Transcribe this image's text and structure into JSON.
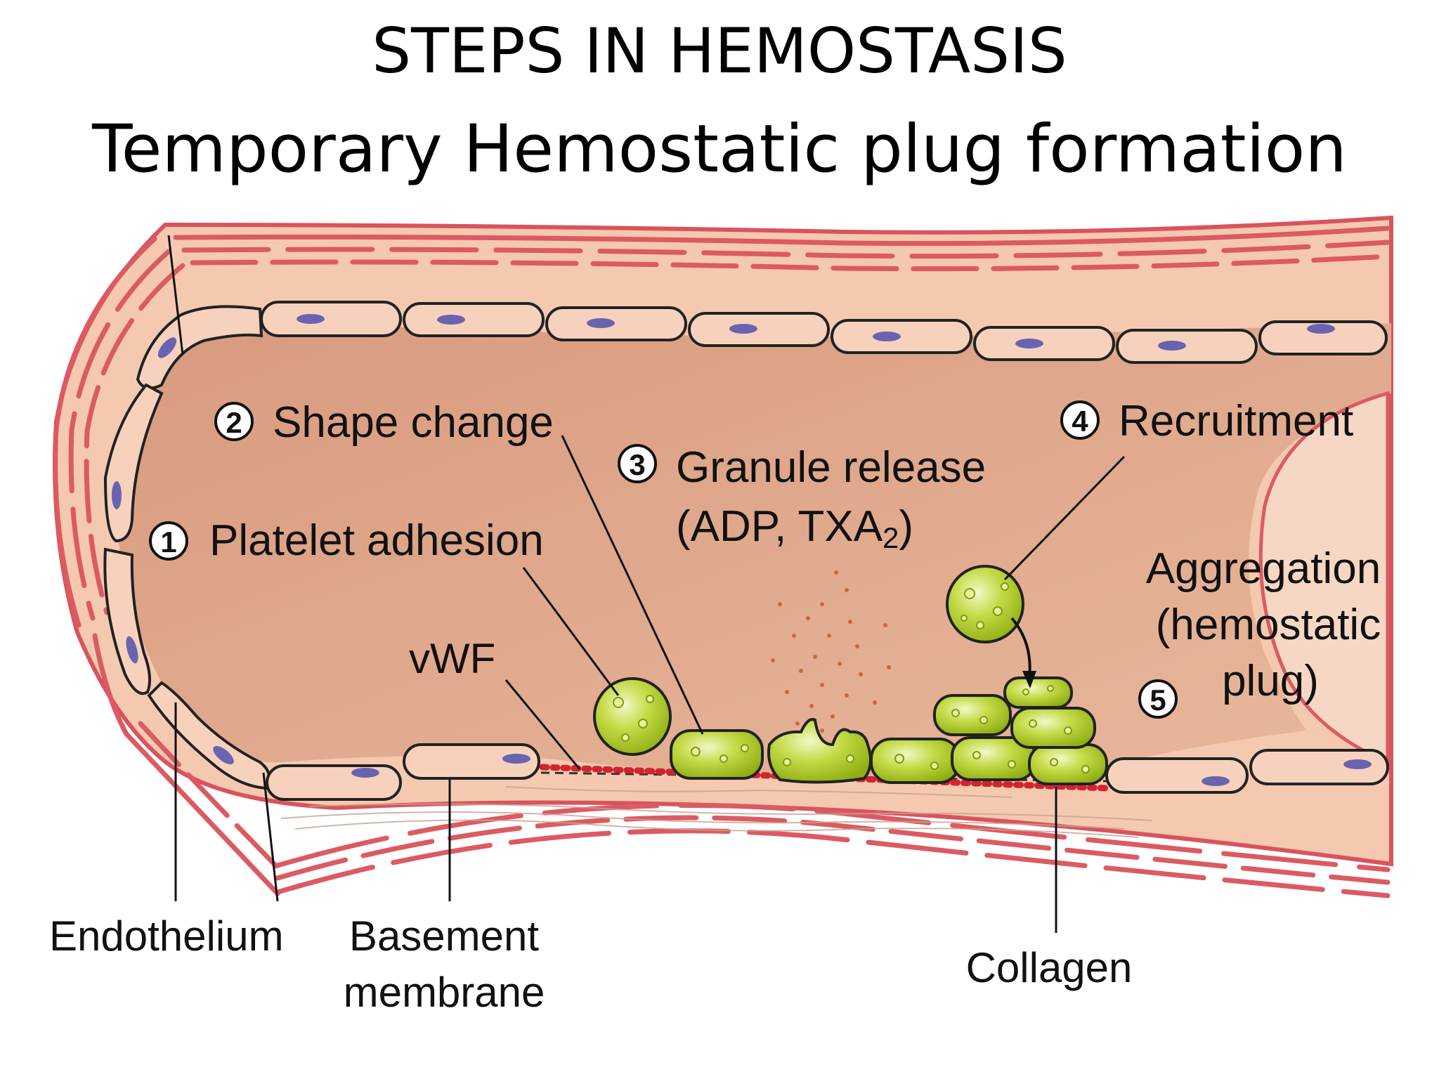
{
  "title": "STEPS IN HEMOSTASIS",
  "subtitle": "Temporary Hemostatic plug formation",
  "steps": [
    {
      "number": "1",
      "label": "Platelet adhesion"
    },
    {
      "number": "2",
      "label": "Shape change"
    },
    {
      "number": "3",
      "label": "Granule release",
      "label2": "(ADP, TXA",
      "label2_sub": "2",
      "label2_end": ")"
    },
    {
      "number": "4",
      "label": "Recruitment"
    },
    {
      "number": "5",
      "label": "Aggregation",
      "label2": "(hemostatic",
      "label3": "plug)"
    }
  ],
  "structures": {
    "vwf": "vWF",
    "endothelium": "Endothelium",
    "basement_line1": "Basement",
    "basement_line2": "membrane",
    "collagen": "Collagen"
  },
  "colors": {
    "vessel_wall": "#f4c9b0",
    "lumen": "#e0a88a",
    "smooth_muscle": "#dc5a62",
    "endothelial_cell": "#f6d2bc",
    "nucleus": "#6a63b0",
    "platelet": "#b4cf2a",
    "vwf_dots": "#d2232f"
  }
}
